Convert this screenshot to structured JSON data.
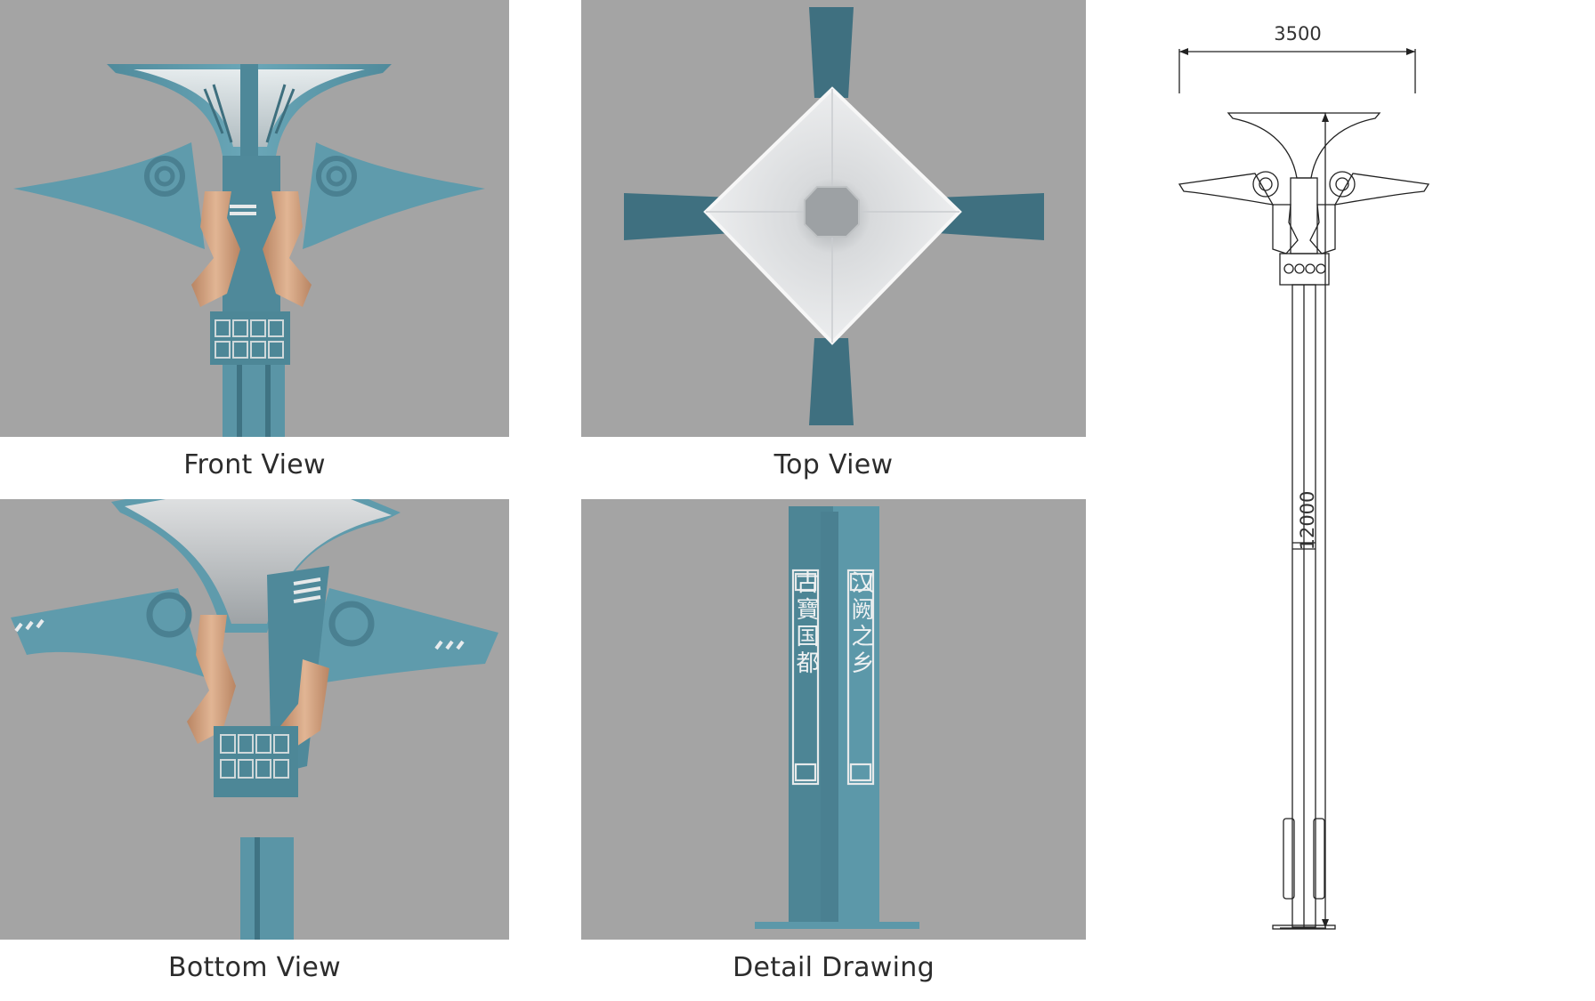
{
  "views": {
    "front": {
      "caption": "Front View"
    },
    "top": {
      "caption": "Top View"
    },
    "bottom": {
      "caption": "Bottom View"
    },
    "detail": {
      "caption": "Detail Drawing"
    }
  },
  "detail_inscriptions": {
    "left": "古寶国都",
    "right": "汉阙之乡"
  },
  "technical_drawing": {
    "width_dimension": "3500",
    "height_dimension": "12000"
  },
  "colors": {
    "panel_background": "#a4a4a4",
    "pole_teal": "#5e9aab",
    "dark_teal": "#3e6f7e",
    "bronze": "#c99a78",
    "shade_white": "#e4e6e8"
  }
}
